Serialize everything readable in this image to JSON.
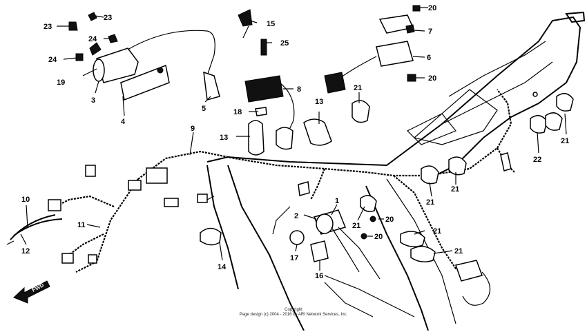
{
  "callouts": [
    "23",
    "23",
    "24",
    "24",
    "19",
    "3",
    "4",
    "5",
    "15",
    "25",
    "8",
    "18",
    "13",
    "13",
    "9",
    "20",
    "7",
    "6",
    "20",
    "21",
    "21",
    "22",
    "21",
    "21",
    "21",
    "21",
    "1",
    "2",
    "20",
    "20",
    "21",
    "17",
    "16",
    "14",
    "10",
    "12",
    "11"
  ],
  "fwd_label": "FWD",
  "copyright_line1": "Copyright",
  "copyright_line2": "Page design (c) 2004 - 2016 by ARI Network Services, Inc."
}
